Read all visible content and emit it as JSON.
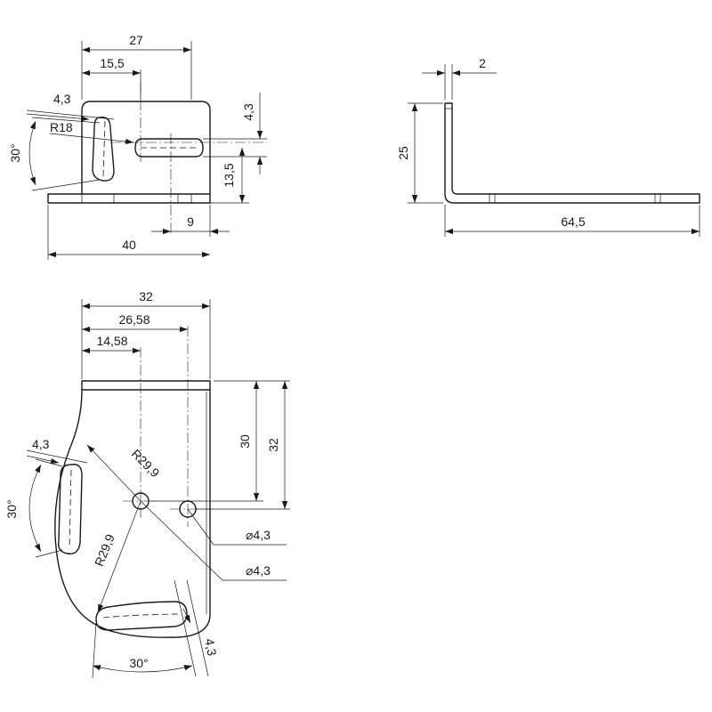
{
  "colors": {
    "line": "#1a1a1a",
    "background": "#ffffff"
  },
  "front_view": {
    "dim_total_bracket_width": "27",
    "dim_slot_center_offset": "15,5",
    "dim_slot_width_top": "4,3",
    "dim_slot_width_right": "4,3",
    "dim_arc_radius": "R18",
    "dim_arc_angle": "30°",
    "dim_slot_height": "13,5",
    "dim_slot_offset": "9",
    "dim_base_length": "40"
  },
  "side_view": {
    "dim_thickness": "2",
    "dim_height": "25",
    "dim_length": "64,5"
  },
  "bottom_view": {
    "dim_width": "32",
    "dim_hole2_offset": "26,58",
    "dim_hole1_offset": "14,58",
    "dim_hole_height": "30",
    "dim_total_height": "32",
    "dim_left_slot_width": "4,3",
    "dim_left_arc_angle": "30°",
    "dim_upper_radius": "R29,9",
    "dim_lower_radius": "R29,9",
    "dim_hole2_diameter": "⌀4,3",
    "dim_hole1_diameter": "⌀4,3",
    "dim_bottom_slot_width": "4,3",
    "dim_bottom_arc_angle": "30°"
  }
}
